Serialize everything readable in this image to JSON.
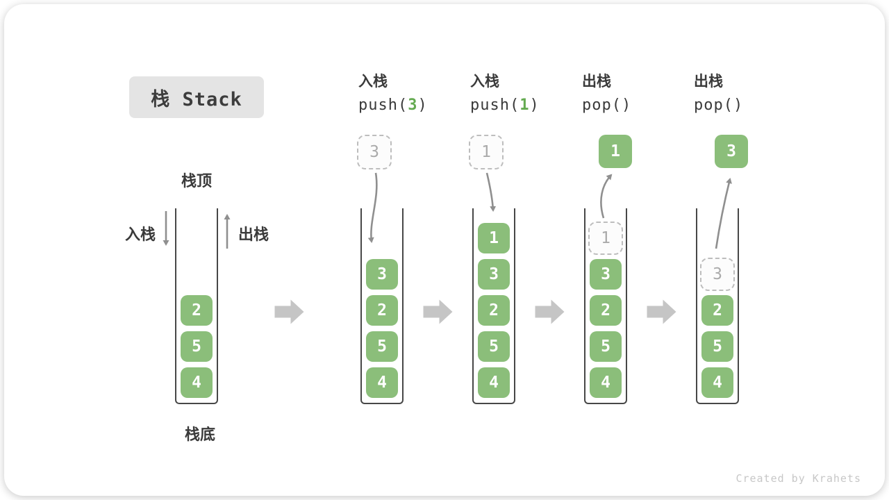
{
  "title": "栈 Stack",
  "side_labels": {
    "stack_top": "栈顶",
    "stack_bottom": "栈底",
    "push_in": "入栈",
    "pop_out": "出栈"
  },
  "watermark": "Created by Krahets",
  "colors": {
    "cell_green": "#8bbe7a",
    "code_arg_green": "#64aa50",
    "ghost_gray": "#bdbdbd",
    "thin_arrow_gray": "#8f8f8f",
    "block_arrow_gray": "#c5c5c5",
    "title_bg": "#e4e4e4"
  },
  "columns": [
    {
      "name": "initial-stack",
      "header": null,
      "floating": null,
      "stack": [
        "2",
        "5",
        "4"
      ],
      "ghost_index": null
    },
    {
      "name": "after-push-3",
      "header": {
        "label": "入栈",
        "code": [
          "push(",
          "3",
          ")"
        ]
      },
      "floating": {
        "value": "3",
        "variant": "ghost"
      },
      "stack": [
        "3",
        "2",
        "5",
        "4"
      ],
      "ghost_index": null
    },
    {
      "name": "after-push-1",
      "header": {
        "label": "入栈",
        "code": [
          "push(",
          "1",
          ")"
        ]
      },
      "floating": {
        "value": "1",
        "variant": "ghost"
      },
      "stack": [
        "1",
        "3",
        "2",
        "5",
        "4"
      ],
      "ghost_index": null
    },
    {
      "name": "after-pop-1",
      "header": {
        "label": "出栈",
        "code": [
          "pop()",
          "",
          ""
        ]
      },
      "floating": {
        "value": "1",
        "variant": "solid"
      },
      "stack": [
        "1",
        "3",
        "2",
        "5",
        "4"
      ],
      "ghost_index": 0
    },
    {
      "name": "after-pop-3",
      "header": {
        "label": "出栈",
        "code": [
          "pop()",
          "",
          ""
        ]
      },
      "floating": {
        "value": "3",
        "variant": "solid"
      },
      "stack": [
        "3",
        "2",
        "5",
        "4"
      ],
      "ghost_index": 0
    }
  ]
}
